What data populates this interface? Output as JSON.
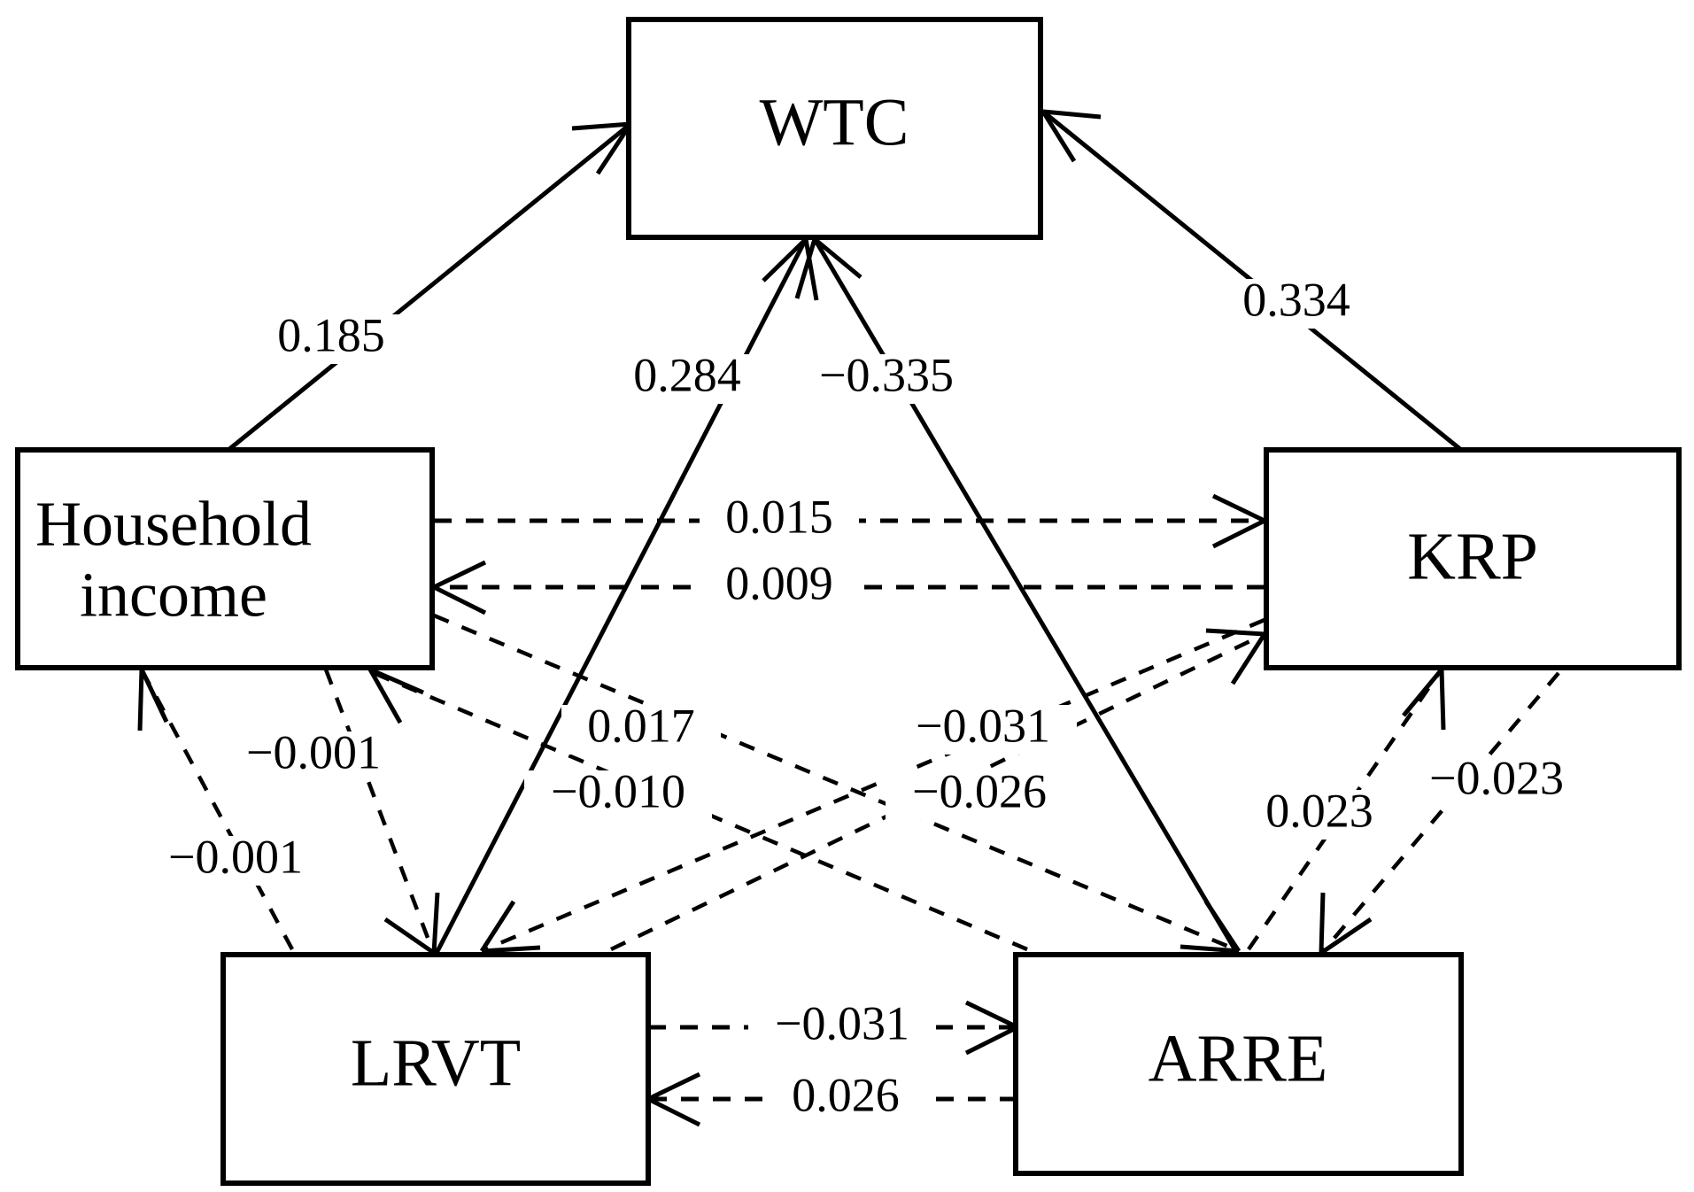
{
  "diagram": {
    "type": "path-diagram",
    "title": "",
    "background_color": "#ffffff",
    "line_color": "#000000",
    "nodes": [
      {
        "id": "wtc",
        "label": "WTC"
      },
      {
        "id": "household_income",
        "label_line1": "Household",
        "label_line2": "income"
      },
      {
        "id": "krp",
        "label": "KRP"
      },
      {
        "id": "lrvt",
        "label": "LRVT"
      },
      {
        "id": "arre",
        "label": "ARRE"
      }
    ],
    "edges": [
      {
        "from": "household_income",
        "to": "wtc",
        "coefficient": "0.185",
        "style": "solid"
      },
      {
        "from": "lrvt",
        "to": "wtc",
        "coefficient": "0.284",
        "style": "solid"
      },
      {
        "from": "arre",
        "to": "wtc",
        "coefficient": "−0.335",
        "style": "solid"
      },
      {
        "from": "krp",
        "to": "wtc",
        "coefficient": "0.334",
        "style": "solid"
      },
      {
        "from": "household_income",
        "to": "krp",
        "coefficient": "0.015",
        "style": "dashed"
      },
      {
        "from": "krp",
        "to": "household_income",
        "coefficient": "0.009",
        "style": "dashed"
      },
      {
        "from": "household_income",
        "to": "arre",
        "coefficient": "0.017",
        "style": "dashed"
      },
      {
        "from": "krp",
        "to": "lrvt",
        "coefficient": "−0.031",
        "style": "dashed"
      },
      {
        "from": "household_income",
        "to": "lrvt",
        "coefficient": "−0.010",
        "style": "dashed"
      },
      {
        "from": "lrvt",
        "to": "krp",
        "coefficient": "−0.026",
        "style": "dashed"
      },
      {
        "from": "lrvt",
        "to": "household_income",
        "coefficient": "−0.001",
        "style": "dashed"
      },
      {
        "from": "arre",
        "to": "household_income",
        "coefficient": "−0.001",
        "style": "dashed"
      },
      {
        "from": "arre",
        "to": "krp",
        "coefficient": "0.023",
        "style": "dashed"
      },
      {
        "from": "krp",
        "to": "arre",
        "coefficient": "−0.023",
        "style": "dashed"
      },
      {
        "from": "lrvt",
        "to": "arre",
        "coefficient": "−0.031",
        "style": "dashed"
      },
      {
        "from": "arre",
        "to": "lrvt",
        "coefficient": "0.026",
        "style": "dashed"
      }
    ],
    "labels": {
      "hi_to_wtc": "0.185",
      "lrvt_to_wtc": "0.284",
      "arre_to_wtc": "−0.335",
      "krp_to_wtc": "0.334",
      "hi_to_krp": "0.015",
      "krp_to_hi": "0.009",
      "hi_to_arre": "0.017",
      "krp_to_lrvt": "−0.031",
      "hi_to_lrvt": "−0.010",
      "lrvt_to_krp": "−0.026",
      "lrvt_to_hi": "−0.001",
      "arre_to_hi": "−0.001",
      "arre_to_krp": "0.023",
      "krp_to_arre": "−0.023",
      "lrvt_to_arre": "−0.031",
      "arre_to_lrvt": "0.026"
    }
  }
}
